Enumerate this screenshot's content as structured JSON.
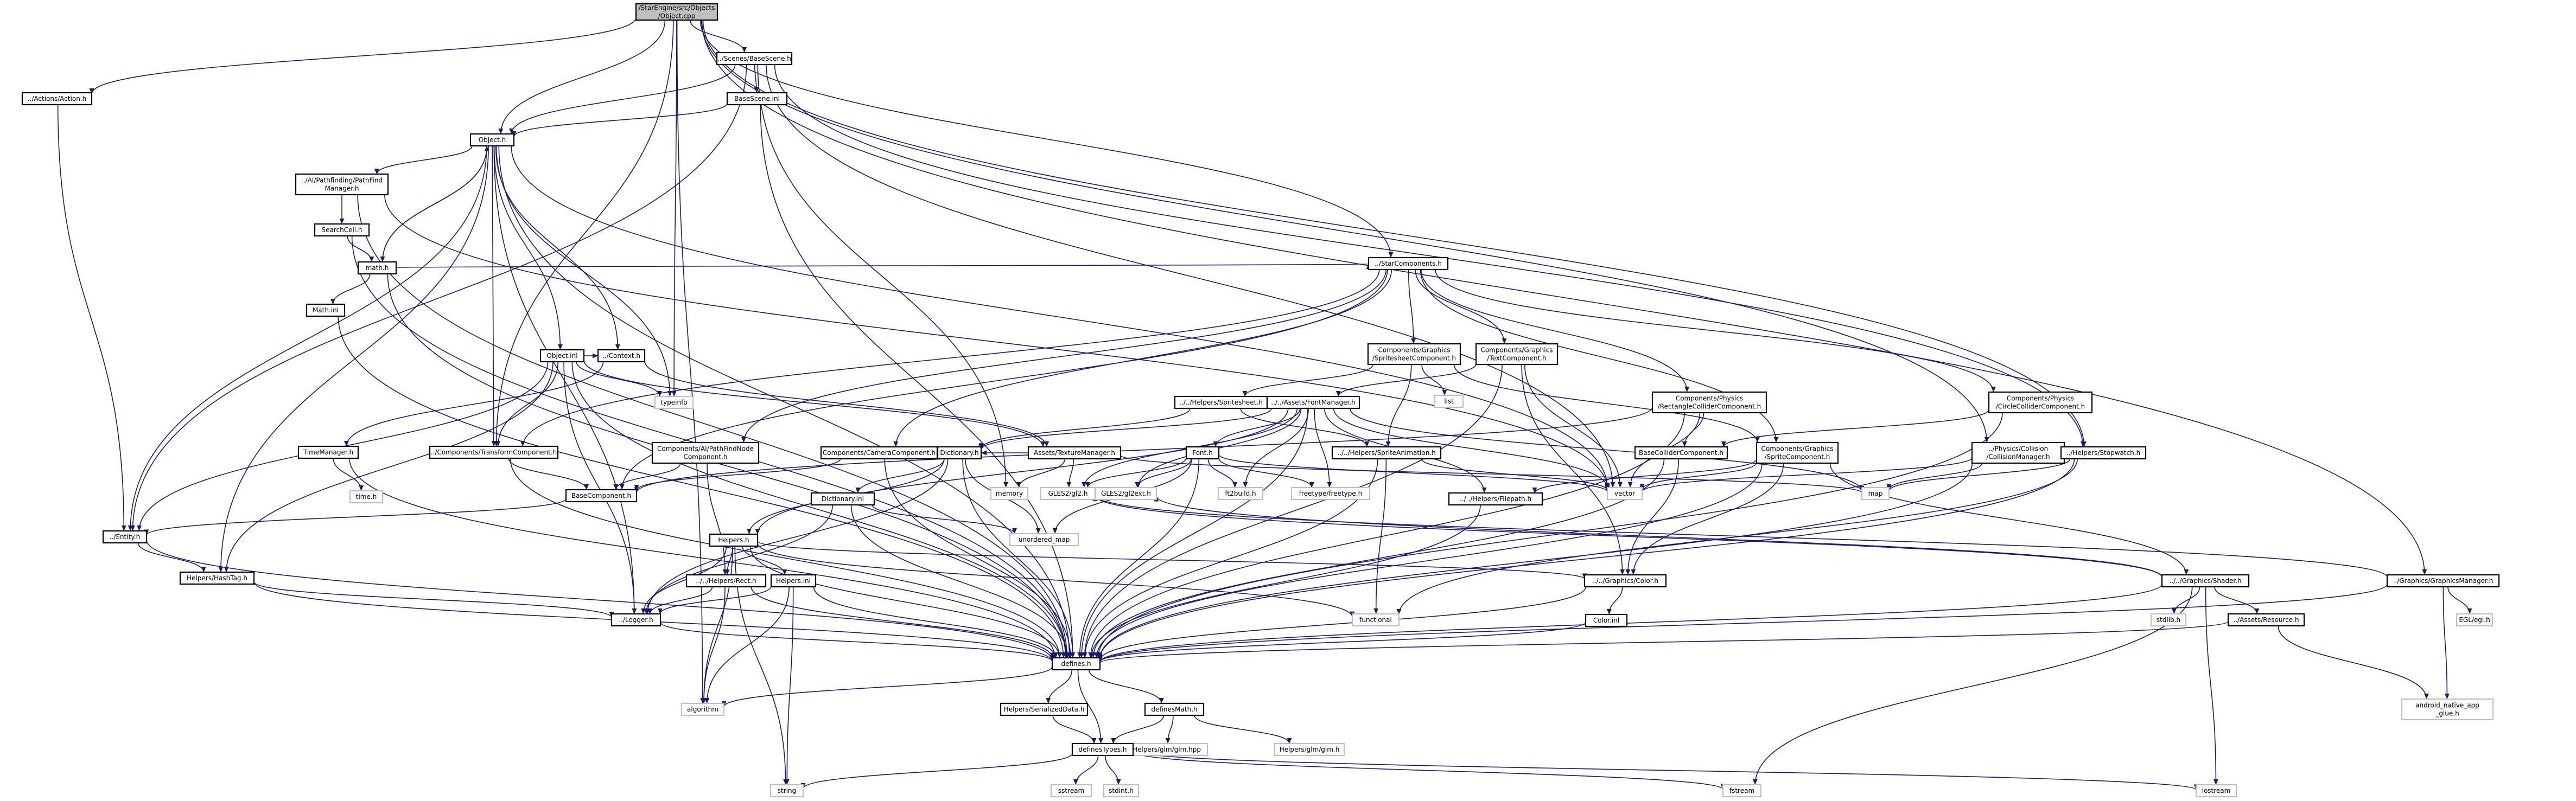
{
  "graph": {
    "nodes": [
      {
        "id": "root",
        "lines": [
          "/StarEngine/src/Objects",
          "/Object.cpp"
        ],
        "style": "root"
      },
      {
        "id": "action",
        "lines": [
          "../Actions/Action.h"
        ]
      },
      {
        "id": "basescene",
        "lines": [
          "../Scenes/BaseScene.h"
        ]
      },
      {
        "id": "basescene_inl",
        "lines": [
          "BaseScene.inl"
        ]
      },
      {
        "id": "object_h",
        "lines": [
          "Object.h"
        ]
      },
      {
        "id": "pathfind",
        "lines": [
          "../AI/Pathfinding/PathFind",
          "Manager.h"
        ]
      },
      {
        "id": "searchcell",
        "lines": [
          "SearchCell.h"
        ]
      },
      {
        "id": "math_h",
        "lines": [
          "math.h"
        ]
      },
      {
        "id": "math_inl",
        "lines": [
          "Math.inl"
        ]
      },
      {
        "id": "object_inl",
        "lines": [
          "Object.inl"
        ]
      },
      {
        "id": "context",
        "lines": [
          "../Context.h"
        ]
      },
      {
        "id": "typeinfo",
        "lines": [
          "typeinfo"
        ],
        "style": "sys"
      },
      {
        "id": "timemgr",
        "lines": [
          "TimeManager.h"
        ]
      },
      {
        "id": "time_h",
        "lines": [
          "time.h"
        ],
        "style": "sys"
      },
      {
        "id": "transform",
        "lines": [
          "../Components/TransformComponent.h"
        ]
      },
      {
        "id": "basecomp",
        "lines": [
          "BaseComponent.h"
        ]
      },
      {
        "id": "entity",
        "lines": [
          "../Entity.h"
        ]
      },
      {
        "id": "hashtag",
        "lines": [
          "Helpers/HashTag.h"
        ]
      },
      {
        "id": "starcomp",
        "lines": [
          "../StarComponents.h"
        ]
      },
      {
        "id": "spritesheetcomp",
        "lines": [
          "Components/Graphics",
          "/SpritesheetComponent.h"
        ]
      },
      {
        "id": "textcomp",
        "lines": [
          "Components/Graphics",
          "/TextComponent.h"
        ]
      },
      {
        "id": "list",
        "lines": [
          "list"
        ],
        "style": "sys"
      },
      {
        "id": "helpers_ss",
        "lines": [
          "../../Helpers/Spritesheet.h"
        ]
      },
      {
        "id": "fontmgr",
        "lines": [
          "../../Assets/FontManager.h"
        ]
      },
      {
        "id": "rectcoll",
        "lines": [
          "Components/Physics",
          "/RectangleColliderComponent.h"
        ]
      },
      {
        "id": "circlecoll",
        "lines": [
          "Components/Physics",
          "/CircleColliderComponent.h"
        ]
      },
      {
        "id": "pathfindnode",
        "lines": [
          "Components/AI/PathFindNode",
          "Component.h"
        ]
      },
      {
        "id": "cameracomp",
        "lines": [
          "Components/CameraComponent.h"
        ]
      },
      {
        "id": "dictionary_h",
        "lines": [
          "Dictionary.h"
        ]
      },
      {
        "id": "texturemgr",
        "lines": [
          "Assets/TextureManager.h"
        ]
      },
      {
        "id": "font_h",
        "lines": [
          "Font.h"
        ]
      },
      {
        "id": "spriteanim",
        "lines": [
          "../../Helpers/SpriteAnimation.h"
        ]
      },
      {
        "id": "basecoll",
        "lines": [
          "BaseColliderComponent.h"
        ]
      },
      {
        "id": "spritecomp",
        "lines": [
          "Components/Graphics",
          "/SpriteComponent.h"
        ]
      },
      {
        "id": "collmgr",
        "lines": [
          "../Physics/Collision",
          "/CollisionManager.h"
        ]
      },
      {
        "id": "stopwatch",
        "lines": [
          "../Helpers/Stopwatch.h"
        ]
      },
      {
        "id": "memory",
        "lines": [
          "memory"
        ],
        "style": "sys"
      },
      {
        "id": "gles2",
        "lines": [
          "GLES2/gl2.h"
        ],
        "style": "sys"
      },
      {
        "id": "gles2ext",
        "lines": [
          "GLES2/gl2ext.h"
        ],
        "style": "sys"
      },
      {
        "id": "ftbuild",
        "lines": [
          "ft2build.h"
        ],
        "style": "sys"
      },
      {
        "id": "freetype",
        "lines": [
          "freetype/freetype.h"
        ],
        "style": "sys"
      },
      {
        "id": "vector",
        "lines": [
          "vector"
        ],
        "style": "sys"
      },
      {
        "id": "map",
        "lines": [
          "map"
        ],
        "style": "sys"
      },
      {
        "id": "filepath",
        "lines": [
          "../../Helpers/Filepath.h"
        ]
      },
      {
        "id": "dictionary_inl",
        "lines": [
          "Dictionary.inl"
        ]
      },
      {
        "id": "unordered_map",
        "lines": [
          "unordered_map"
        ],
        "style": "sys"
      },
      {
        "id": "helpers_h",
        "lines": [
          "Helpers.h"
        ]
      },
      {
        "id": "color_h",
        "lines": [
          "../../Graphics/Color.h"
        ]
      },
      {
        "id": "rect_h",
        "lines": [
          "../../Helpers/Rect.h"
        ]
      },
      {
        "id": "helpers_inl",
        "lines": [
          "Helpers.inl"
        ]
      },
      {
        "id": "logger",
        "lines": [
          "../Logger.h"
        ]
      },
      {
        "id": "functional",
        "lines": [
          "functional"
        ],
        "style": "sys"
      },
      {
        "id": "color_inl",
        "lines": [
          "Color.inl"
        ]
      },
      {
        "id": "shader",
        "lines": [
          "../../Graphics/Shader.h"
        ]
      },
      {
        "id": "stdlib",
        "lines": [
          "stdlib.h"
        ],
        "style": "sys"
      },
      {
        "id": "resource",
        "lines": [
          "../Assets/Resource.h"
        ]
      },
      {
        "id": "graphicsmgr",
        "lines": [
          "../Graphics/GraphicsManager.h"
        ]
      },
      {
        "id": "egl",
        "lines": [
          "EGL/egl.h"
        ],
        "style": "sys"
      },
      {
        "id": "defines",
        "lines": [
          "defines.h"
        ]
      },
      {
        "id": "algorithm",
        "lines": [
          "algorithm"
        ],
        "style": "sys"
      },
      {
        "id": "serialized",
        "lines": [
          "Helpers/SerializedData.h"
        ]
      },
      {
        "id": "definesmath",
        "lines": [
          "definesMath.h"
        ]
      },
      {
        "id": "glm_hpp",
        "lines": [
          "Helpers/glm/glm.hpp"
        ],
        "style": "sys"
      },
      {
        "id": "glm_h",
        "lines": [
          "Helpers/glm/glm.h"
        ],
        "style": "sys"
      },
      {
        "id": "definetypes",
        "lines": [
          "definesTypes.h"
        ]
      },
      {
        "id": "android",
        "lines": [
          "android_native_app",
          "_glue.h"
        ],
        "style": "sys"
      },
      {
        "id": "string",
        "lines": [
          "string"
        ],
        "style": "sys"
      },
      {
        "id": "sstream",
        "lines": [
          "sstream"
        ],
        "style": "sys"
      },
      {
        "id": "stdint",
        "lines": [
          "stdint.h"
        ],
        "style": "sys"
      },
      {
        "id": "fstream",
        "lines": [
          "fstream"
        ],
        "style": "sys"
      },
      {
        "id": "iostream",
        "lines": [
          "iostream"
        ],
        "style": "sys"
      }
    ],
    "edges": [
      [
        "root",
        "action"
      ],
      [
        "root",
        "basescene"
      ],
      [
        "root",
        "object_h"
      ],
      [
        "root",
        "typeinfo"
      ],
      [
        "root",
        "transform"
      ],
      [
        "root",
        "starcomp"
      ],
      [
        "root",
        "collmgr"
      ],
      [
        "root",
        "graphicsmgr"
      ],
      [
        "root",
        "algorithm"
      ],
      [
        "root",
        "stopwatch"
      ],
      [
        "action",
        "entity"
      ],
      [
        "basescene",
        "basescene_inl"
      ],
      [
        "basescene",
        "object_h"
      ],
      [
        "basescene",
        "entity"
      ],
      [
        "basescene",
        "vector"
      ],
      [
        "basescene",
        "memory"
      ],
      [
        "basescene",
        "stopwatch"
      ],
      [
        "basescene_inl",
        "object_h"
      ],
      [
        "basescene_inl",
        "defines"
      ],
      [
        "object_h",
        "pathfind"
      ],
      [
        "object_h",
        "math_h"
      ],
      [
        "object_h",
        "object_inl"
      ],
      [
        "object_h",
        "context"
      ],
      [
        "object_h",
        "typeinfo"
      ],
      [
        "object_h",
        "transform"
      ],
      [
        "object_h",
        "entity"
      ],
      [
        "object_h",
        "hashtag"
      ],
      [
        "object_h",
        "logger"
      ],
      [
        "object_h",
        "defines"
      ],
      [
        "object_h",
        "vector"
      ],
      [
        "pathfind",
        "searchcell"
      ],
      [
        "pathfind",
        "vector"
      ],
      [
        "pathfind",
        "defines"
      ],
      [
        "searchcell",
        "math_h"
      ],
      [
        "searchcell",
        "defines"
      ],
      [
        "math_h",
        "object_h"
      ],
      [
        "math_h",
        "math_inl"
      ],
      [
        "math_h",
        "starcomp"
      ],
      [
        "math_h",
        "defines"
      ],
      [
        "math_inl",
        "defines"
      ],
      [
        "object_inl",
        "context"
      ],
      [
        "object_inl",
        "typeinfo"
      ],
      [
        "object_inl",
        "transform"
      ],
      [
        "object_inl",
        "entity"
      ],
      [
        "object_inl",
        "hashtag"
      ],
      [
        "object_inl",
        "logger"
      ],
      [
        "object_inl",
        "defines"
      ],
      [
        "object_inl",
        "texturemgr"
      ],
      [
        "context",
        "timemgr"
      ],
      [
        "context",
        "texturemgr"
      ],
      [
        "timemgr",
        "time_h"
      ],
      [
        "timemgr",
        "defines"
      ],
      [
        "transform",
        "basecomp"
      ],
      [
        "transform",
        "defines"
      ],
      [
        "basecomp",
        "entity"
      ],
      [
        "entity",
        "hashtag"
      ],
      [
        "entity",
        "defines"
      ],
      [
        "hashtag",
        "logger"
      ],
      [
        "hashtag",
        "defines"
      ],
      [
        "starcomp",
        "spritesheetcomp"
      ],
      [
        "starcomp",
        "textcomp"
      ],
      [
        "starcomp",
        "rectcoll"
      ],
      [
        "starcomp",
        "circlecoll"
      ],
      [
        "starcomp",
        "pathfindnode"
      ],
      [
        "starcomp",
        "cameracomp"
      ],
      [
        "starcomp",
        "transform"
      ],
      [
        "starcomp",
        "spritecomp"
      ],
      [
        "starcomp",
        "basecomp"
      ],
      [
        "spritesheetcomp",
        "list"
      ],
      [
        "spritesheetcomp",
        "helpers_ss"
      ],
      [
        "spritesheetcomp",
        "spritecomp"
      ],
      [
        "spritesheetcomp",
        "spriteanim"
      ],
      [
        "textcomp",
        "fontmgr"
      ],
      [
        "textcomp",
        "vector"
      ],
      [
        "textcomp",
        "color_h"
      ],
      [
        "textcomp",
        "defines"
      ],
      [
        "helpers_ss",
        "spriteanim"
      ],
      [
        "helpers_ss",
        "dictionary_h"
      ],
      [
        "fontmgr",
        "font_h"
      ],
      [
        "fontmgr",
        "dictionary_h"
      ],
      [
        "fontmgr",
        "gles2"
      ],
      [
        "fontmgr",
        "gles2ext"
      ],
      [
        "fontmgr",
        "ftbuild"
      ],
      [
        "fontmgr",
        "freetype"
      ],
      [
        "fontmgr",
        "vector"
      ],
      [
        "fontmgr",
        "map"
      ],
      [
        "fontmgr",
        "filepath"
      ],
      [
        "fontmgr",
        "defines"
      ],
      [
        "fontmgr",
        "helpers_h"
      ],
      [
        "rectcoll",
        "basecoll"
      ],
      [
        "rectcoll",
        "vector"
      ],
      [
        "rectcoll",
        "basecomp"
      ],
      [
        "rectcoll",
        "defines"
      ],
      [
        "circlecoll",
        "basecoll"
      ],
      [
        "circlecoll",
        "defines"
      ],
      [
        "pathfindnode",
        "basecomp"
      ],
      [
        "pathfindnode",
        "rect_h"
      ],
      [
        "cameracomp",
        "basecomp"
      ],
      [
        "cameracomp",
        "defines"
      ],
      [
        "dictionary_h",
        "dictionary_inl"
      ],
      [
        "dictionary_h",
        "unordered_map"
      ],
      [
        "dictionary_h",
        "helpers_h"
      ],
      [
        "dictionary_h",
        "defines"
      ],
      [
        "dictionary_h",
        "logger"
      ],
      [
        "texturemgr",
        "memory"
      ],
      [
        "texturemgr",
        "gles2"
      ],
      [
        "texturemgr",
        "map"
      ],
      [
        "texturemgr",
        "dictionary_h"
      ],
      [
        "font_h",
        "gles2"
      ],
      [
        "font_h",
        "gles2ext"
      ],
      [
        "font_h",
        "ftbuild"
      ],
      [
        "font_h",
        "freetype"
      ],
      [
        "font_h",
        "vector"
      ],
      [
        "font_h",
        "unordered_map"
      ],
      [
        "font_h",
        "defines"
      ],
      [
        "spriteanim",
        "vector"
      ],
      [
        "spriteanim",
        "functional"
      ],
      [
        "spriteanim",
        "defines"
      ],
      [
        "basecoll",
        "color_h"
      ],
      [
        "basecoll",
        "defines"
      ],
      [
        "spritecomp",
        "shader"
      ],
      [
        "spritecomp",
        "filepath"
      ],
      [
        "spritecomp",
        "color_h"
      ],
      [
        "spritecomp",
        "vector"
      ],
      [
        "spritecomp",
        "defines"
      ],
      [
        "collmgr",
        "vector"
      ],
      [
        "collmgr",
        "map"
      ],
      [
        "collmgr",
        "defines"
      ],
      [
        "stopwatch",
        "map"
      ],
      [
        "stopwatch",
        "functional"
      ],
      [
        "stopwatch",
        "defines"
      ],
      [
        "filepath",
        "defines"
      ],
      [
        "dictionary_inl",
        "unordered_map"
      ],
      [
        "dictionary_inl",
        "logger"
      ],
      [
        "dictionary_inl",
        "defines"
      ],
      [
        "helpers_h",
        "rect_h"
      ],
      [
        "helpers_h",
        "helpers_inl"
      ],
      [
        "helpers_h",
        "color_h"
      ],
      [
        "helpers_h",
        "logger"
      ],
      [
        "helpers_h",
        "functional"
      ],
      [
        "helpers_h",
        "defines"
      ],
      [
        "helpers_h",
        "algorithm"
      ],
      [
        "helpers_h",
        "string"
      ],
      [
        "color_h",
        "color_inl"
      ],
      [
        "color_h",
        "defines"
      ],
      [
        "rect_h",
        "logger"
      ],
      [
        "rect_h",
        "defines"
      ],
      [
        "rect_h",
        "algorithm"
      ],
      [
        "helpers_inl",
        "logger"
      ],
      [
        "helpers_inl",
        "defines"
      ],
      [
        "helpers_inl",
        "algorithm"
      ],
      [
        "helpers_inl",
        "string"
      ],
      [
        "logger",
        "defines"
      ],
      [
        "color_inl",
        "defines"
      ],
      [
        "shader",
        "stdlib"
      ],
      [
        "shader",
        "resource"
      ],
      [
        "shader",
        "gles2"
      ],
      [
        "shader",
        "gles2ext"
      ],
      [
        "shader",
        "fstream"
      ],
      [
        "shader",
        "iostream"
      ],
      [
        "shader",
        "defines"
      ],
      [
        "resource",
        "android"
      ],
      [
        "resource",
        "defines"
      ],
      [
        "graphicsmgr",
        "gles2"
      ],
      [
        "graphicsmgr",
        "egl"
      ],
      [
        "graphicsmgr",
        "android"
      ],
      [
        "graphicsmgr",
        "defines"
      ],
      [
        "defines",
        "algorithm"
      ],
      [
        "defines",
        "serialized"
      ],
      [
        "defines",
        "definesmath"
      ],
      [
        "defines",
        "definetypes"
      ],
      [
        "serialized",
        "definetypes"
      ],
      [
        "definesmath",
        "glm_hpp"
      ],
      [
        "definesmath",
        "glm_h"
      ],
      [
        "definesmath",
        "definetypes"
      ],
      [
        "definetypes",
        "string"
      ],
      [
        "definetypes",
        "sstream"
      ],
      [
        "definetypes",
        "stdint"
      ],
      [
        "definetypes",
        "fstream"
      ],
      [
        "definetypes",
        "iostream"
      ]
    ]
  }
}
